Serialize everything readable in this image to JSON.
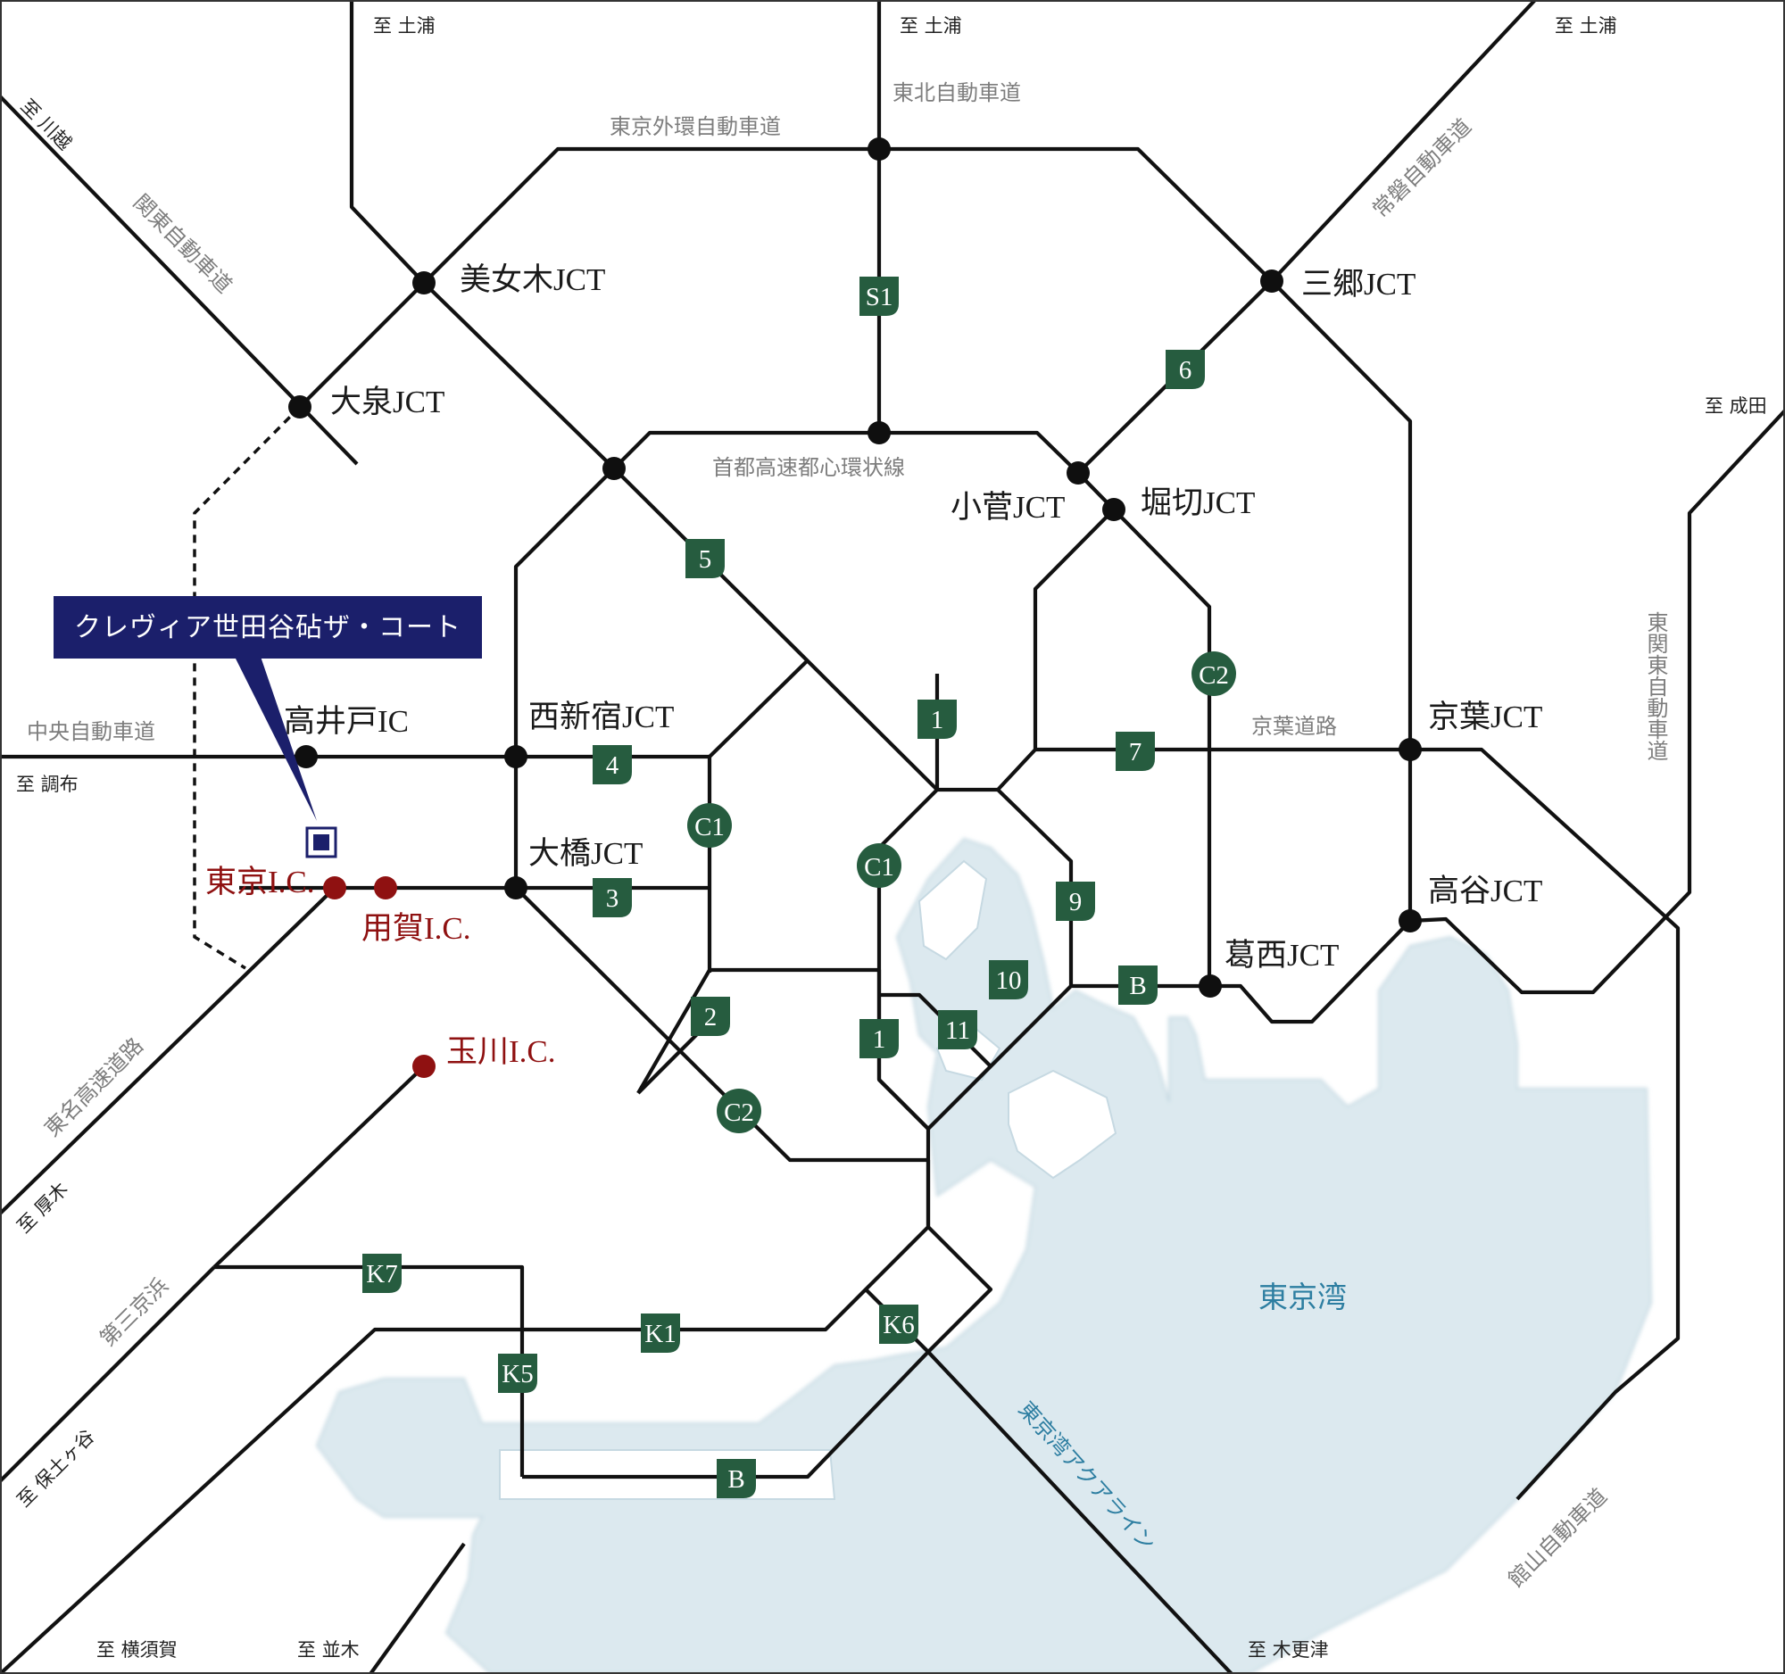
{
  "map_area": {
    "bay_label": "東京湾",
    "aqua_line_label": "東京湾アクアライン"
  },
  "property": {
    "name": "クレヴィア世田谷砧ザ・コート"
  },
  "destinations": {
    "tsuchiura_1": "至 土浦",
    "tsuchiura_2": "至 土浦",
    "tsuchiura_3": "至 土浦",
    "kawagoe": "至 川越",
    "narita": "至 成田",
    "chofu": "至 調布",
    "atsugi": "至 厚木",
    "hodogaya": "至 保土ヶ谷",
    "yokosuka": "至 横須賀",
    "namiki": "至 並木",
    "kisarazu": "至 木更津"
  },
  "roads": {
    "tohoku": "東北自動車道",
    "gaikan": "東京外環自動車道",
    "kanetsu": "関東自動車道",
    "joban": "常磐自動車道",
    "shuto_toshin": "首都高速都心環状線",
    "chuo": "中央自動車道",
    "keiyo": "京葉道路",
    "higashi_kanto": "東関東自動車道",
    "tomei": "東名高速道路",
    "daisan_keihin": "第三京浜",
    "tateyama": "館山自動車道"
  },
  "junctions": {
    "bijogi": "美女木JCT",
    "oizumi": "大泉JCT",
    "misato": "三郷JCT",
    "kosuge": "小菅JCT",
    "horikiri": "堀切JCT",
    "takaido": "高井戸IC",
    "nishi_shinjuku": "西新宿JCT",
    "ohashi": "大橋JCT",
    "keiyo": "京葉JCT",
    "koya": "高谷JCT",
    "kasai": "葛西JCT"
  },
  "interchanges": {
    "tokyo_ic": "東京I.C.",
    "yoga_ic": "用賀I.C.",
    "tamagawa_ic": "玉川I.C."
  },
  "route_shields": {
    "s1": "S1",
    "r6": "6",
    "r5": "5",
    "c2_north": "C2",
    "r1_north": "1",
    "r7": "7",
    "r4": "4",
    "c1_west": "C1",
    "c1_east": "C1",
    "r9": "9",
    "r3": "3",
    "r10": "10",
    "b_east": "B",
    "r2": "2",
    "r1_south": "1",
    "r11": "11",
    "c2_south": "C2",
    "k7": "K7",
    "k1": "K1",
    "k6": "K6",
    "k5": "K5",
    "b_south": "B"
  }
}
